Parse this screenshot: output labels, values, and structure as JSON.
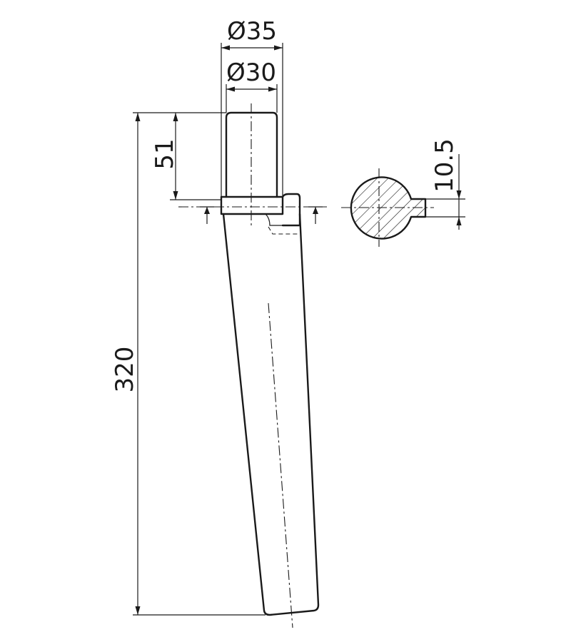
{
  "dimensions": {
    "outer_diameter": "Ø35",
    "inner_diameter": "Ø30",
    "spigot_length": "51",
    "total_length": "320",
    "key_height": "10.5"
  },
  "colors": {
    "line": "#1a1a1a",
    "background": "#ffffff"
  }
}
